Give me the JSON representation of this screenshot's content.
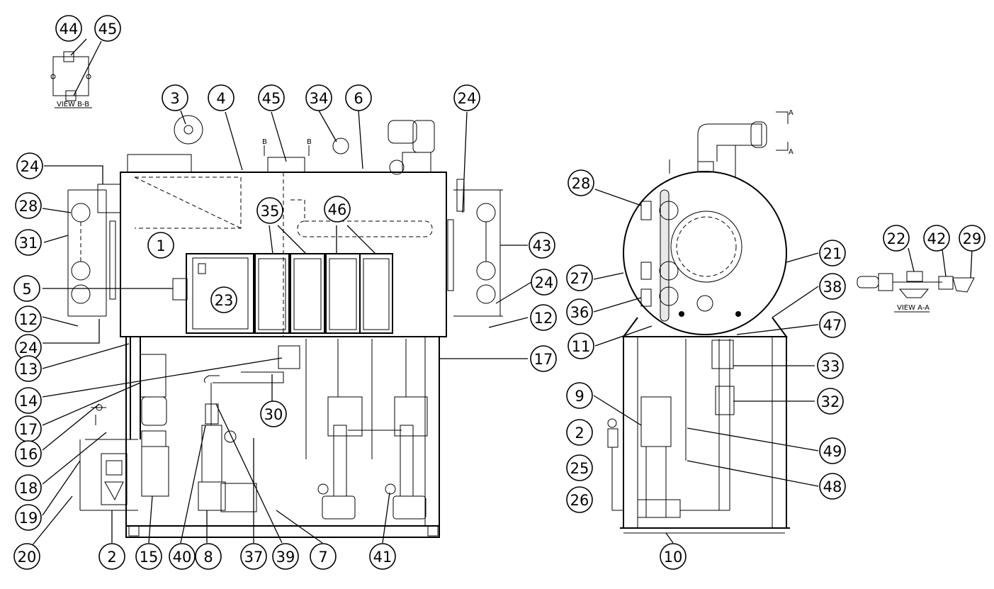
{
  "callouts": [
    {
      "label": "44"
    },
    {
      "label": "45"
    },
    {
      "label": "3"
    },
    {
      "label": "4"
    },
    {
      "label": "45"
    },
    {
      "label": "34"
    },
    {
      "label": "6"
    },
    {
      "label": "24"
    },
    {
      "label": "24"
    },
    {
      "label": "28"
    },
    {
      "label": "31"
    },
    {
      "label": "1"
    },
    {
      "label": "35"
    },
    {
      "label": "46"
    },
    {
      "label": "43"
    },
    {
      "label": "5"
    },
    {
      "label": "23"
    },
    {
      "label": "24"
    },
    {
      "label": "12"
    },
    {
      "label": "12"
    },
    {
      "label": "24"
    },
    {
      "label": "13"
    },
    {
      "label": "17"
    },
    {
      "label": "14"
    },
    {
      "label": "30"
    },
    {
      "label": "17"
    },
    {
      "label": "16"
    },
    {
      "label": "18"
    },
    {
      "label": "19"
    },
    {
      "label": "20"
    },
    {
      "label": "2"
    },
    {
      "label": "15"
    },
    {
      "label": "40"
    },
    {
      "label": "8"
    },
    {
      "label": "37"
    },
    {
      "label": "39"
    },
    {
      "label": "7"
    },
    {
      "label": "41"
    },
    {
      "label": "28"
    },
    {
      "label": "21"
    },
    {
      "label": "27"
    },
    {
      "label": "38"
    },
    {
      "label": "36"
    },
    {
      "label": "47"
    },
    {
      "label": "11"
    },
    {
      "label": "33"
    },
    {
      "label": "9"
    },
    {
      "label": "32"
    },
    {
      "label": "2"
    },
    {
      "label": "49"
    },
    {
      "label": "25"
    },
    {
      "label": "48"
    },
    {
      "label": "26"
    },
    {
      "label": "10"
    },
    {
      "label": "22"
    },
    {
      "label": "42"
    },
    {
      "label": "29"
    }
  ],
  "text_labels": {
    "view_b": "VIEW B-B",
    "view_a": "VIEW A-A",
    "section_a": "A",
    "section_b": "B"
  }
}
